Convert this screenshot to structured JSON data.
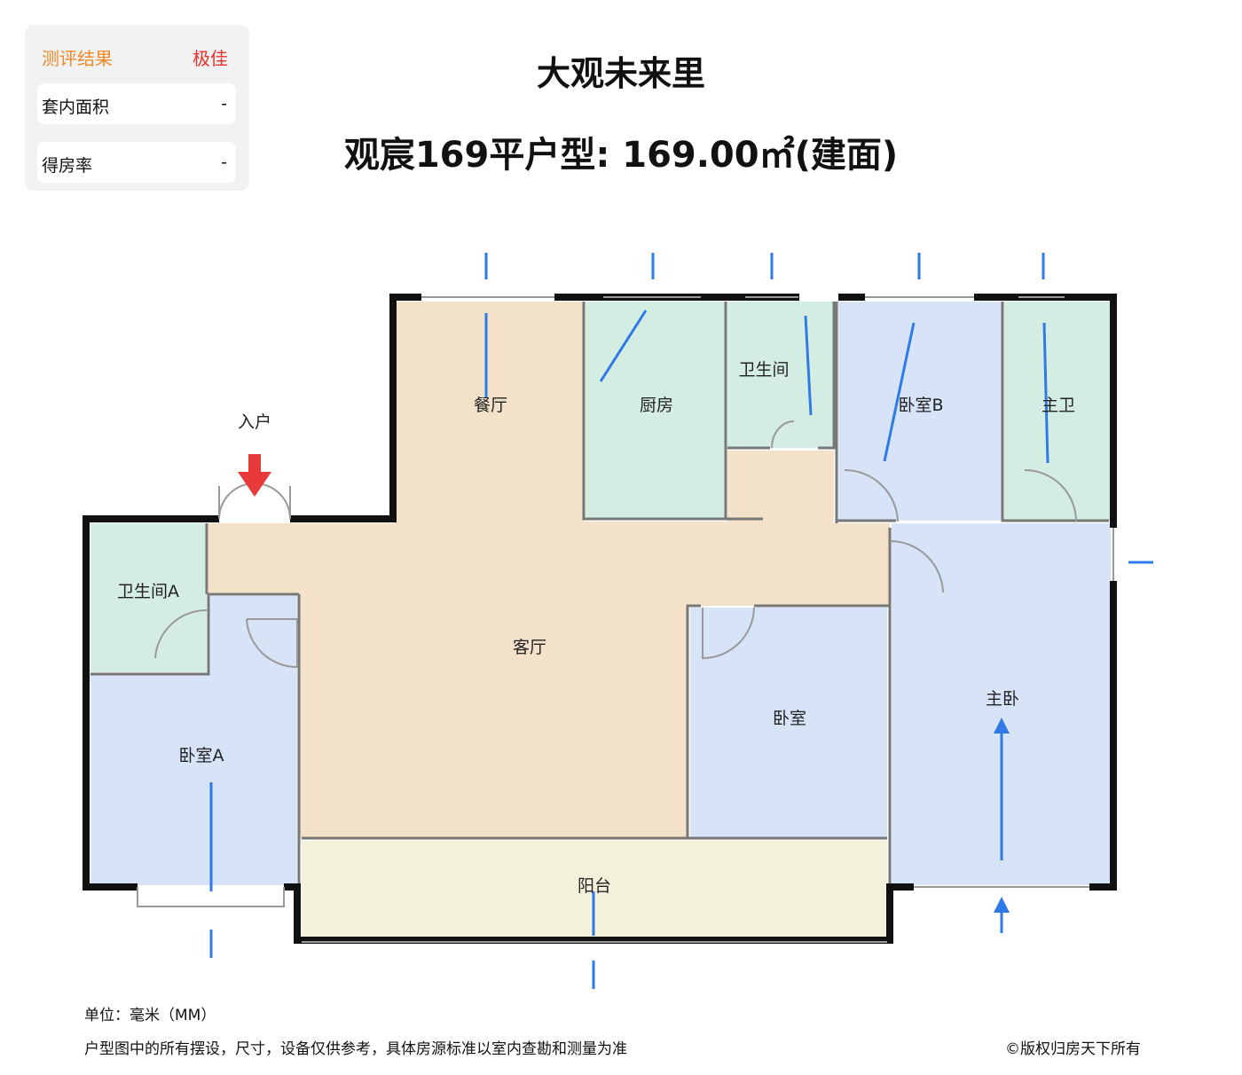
{
  "panel": {
    "result_label": "测评结果",
    "result_value": "极佳",
    "rows": [
      {
        "label": "套内面积",
        "value": "-"
      },
      {
        "label": "得房率",
        "value": "-"
      }
    ]
  },
  "header": {
    "project": "大观未来里",
    "unit": "观宸169平户型: 169.00㎡(建面)"
  },
  "plan": {
    "entrance": "入户",
    "rooms": {
      "dining": "餐厅",
      "kitchen": "厨房",
      "bath": "卫生间",
      "bedroom_b": "卧室B",
      "master_bath": "主卫",
      "bath_a": "卫生间A",
      "living": "客厅",
      "bedroom": "卧室",
      "master": "主卧",
      "bedroom_a": "卧室A",
      "balcony": "阳台"
    }
  },
  "footer": {
    "unit": "单位：毫米（MM）",
    "disclaimer": "户型图中的所有摆设，尺寸，设备仅供参考，具体房源标准以室内查勘和测量为准",
    "copyright": "©版权归房天下所有"
  },
  "colors": {
    "living": "#f3e1c9",
    "wet": "#d4ede2",
    "bed": "#d7e4f8",
    "balcony": "#f3f1da",
    "arrow": "#2f7ae6",
    "entry": "#e83a3a",
    "orange": "#f08a2c",
    "red": "#e8322b"
  }
}
